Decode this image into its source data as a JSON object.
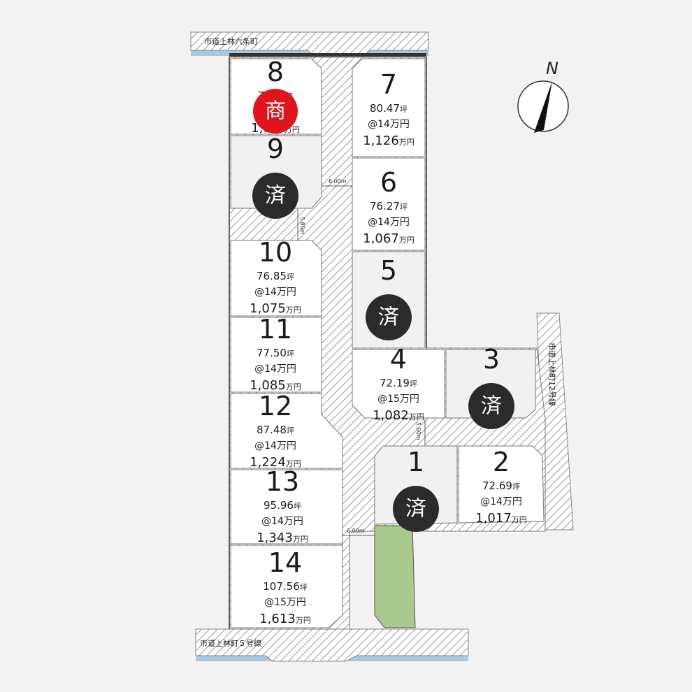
{
  "roads": {
    "north": "市道上林六条町",
    "south": "市道上林町５号線",
    "east": "市道上林町12号線"
  },
  "compass": {
    "label": "N"
  },
  "dimensions": {
    "road_upper": "6.00m",
    "road_lower": "6.00m",
    "gap_9_10": "5.80m",
    "gap_4_1": "5.00m"
  },
  "lots": [
    {
      "id": "1",
      "num": "1",
      "status": "sold",
      "badge": "済"
    },
    {
      "id": "2",
      "num": "2",
      "area": "72.69",
      "unit": "坪",
      "price_per": "@14万円",
      "total": "1,017",
      "total_unit": "万円",
      "status": "available"
    },
    {
      "id": "3",
      "num": "3",
      "status": "sold",
      "badge": "済"
    },
    {
      "id": "4",
      "num": "4",
      "area": "72.19",
      "unit": "坪",
      "price_per": "@15万円",
      "total": "1,082",
      "total_unit": "万円",
      "status": "available"
    },
    {
      "id": "5",
      "num": "5",
      "status": "sold",
      "badge": "済"
    },
    {
      "id": "6",
      "num": "6",
      "area": "76.27",
      "unit": "坪",
      "price_per": "@14万円",
      "total": "1,067",
      "total_unit": "万円",
      "status": "available"
    },
    {
      "id": "7",
      "num": "7",
      "area": "80.47",
      "unit": "坪",
      "price_per": "@14万円",
      "total": "1,126",
      "total_unit": "万円",
      "status": "available"
    },
    {
      "id": "8",
      "num": "8",
      "area": "77.??",
      "unit": "坪",
      "price_per": "@14万円",
      "total": "1,0??",
      "total_unit": "万円",
      "status": "negotiating",
      "badge": "商"
    },
    {
      "id": "9",
      "num": "9",
      "status": "sold",
      "badge": "済"
    },
    {
      "id": "10",
      "num": "10",
      "area": "76.85",
      "unit": "坪",
      "price_per": "@14万円",
      "total": "1,075",
      "total_unit": "万円",
      "status": "available"
    },
    {
      "id": "11",
      "num": "11",
      "area": "77.50",
      "unit": "坪",
      "price_per": "@14万円",
      "total": "1,085",
      "total_unit": "万円",
      "status": "available"
    },
    {
      "id": "12",
      "num": "12",
      "area": "87.48",
      "unit": "坪",
      "price_per": "@14万円",
      "total": "1,224",
      "total_unit": "万円",
      "status": "available"
    },
    {
      "id": "13",
      "num": "13",
      "area": "95.96",
      "unit": "坪",
      "price_per": "@14万円",
      "total": "1,343",
      "total_unit": "万円",
      "status": "available"
    },
    {
      "id": "14",
      "num": "14",
      "area": "107.56",
      "unit": "坪",
      "price_per": "@15万円",
      "total": "1,613",
      "total_unit": "万円",
      "status": "available"
    }
  ],
  "colors": {
    "sold_badge": "#2b2b2b",
    "negotiating_badge": "#e0141c",
    "sold_lot_fill": "#f1f1f1",
    "green_space": "#a9c98f",
    "water": "#a6c8e0"
  }
}
